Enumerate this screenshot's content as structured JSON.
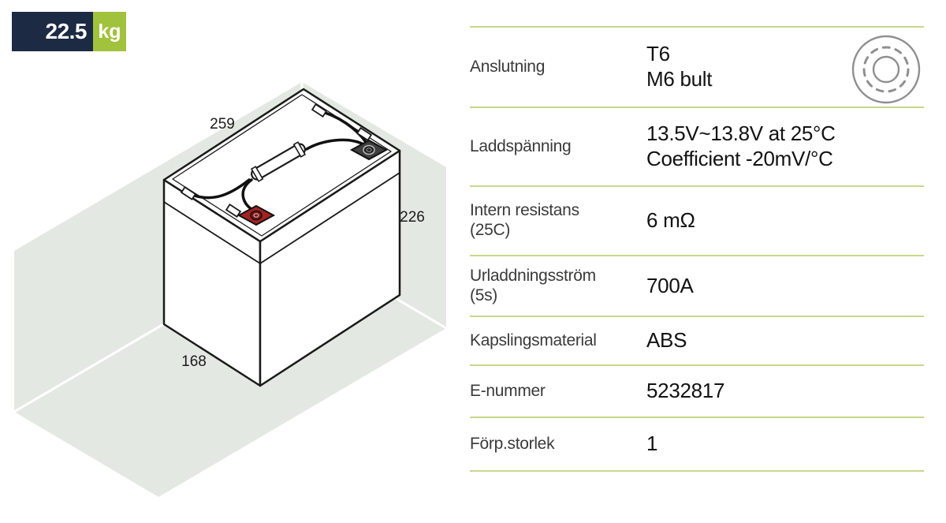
{
  "badge": {
    "weight": "22.5",
    "unit": "kg",
    "weight_bg_color": "#1d2a44",
    "unit_bg_color": "#a1c23c",
    "text_color": "#ffffff"
  },
  "diagram": {
    "description": "isometric line drawing of a battery with cables, handle and terminals on a gray backdrop",
    "dimensions": {
      "length": "259",
      "height": "226",
      "width": "168"
    },
    "colors": {
      "backdrop": "#e4e8e3",
      "outline": "#1a1a1a",
      "positive_terminal": "#a42221",
      "negative_terminal": "#3f3f3f"
    }
  },
  "table": {
    "divider_color": "#c6d88c",
    "rows": [
      {
        "label": "Anslutning",
        "value": "T6",
        "value2": "M6 bult",
        "icon": "terminal-top-view-icon"
      },
      {
        "label": "Laddspänning",
        "value": "13.5V~13.8V at 25°C",
        "value2": "Coefficient -20mV/°C"
      },
      {
        "label": "Intern resistans",
        "label2": "(25C)",
        "value": "6 mΩ"
      },
      {
        "label": "Urladdningsström",
        "label2": "(5s)",
        "value": "700A"
      },
      {
        "label": "Kapslingsmaterial",
        "value": "ABS"
      },
      {
        "label": "E-nummer",
        "value": "5232817"
      },
      {
        "label": "Förp.storlek",
        "value": "1"
      }
    ]
  }
}
